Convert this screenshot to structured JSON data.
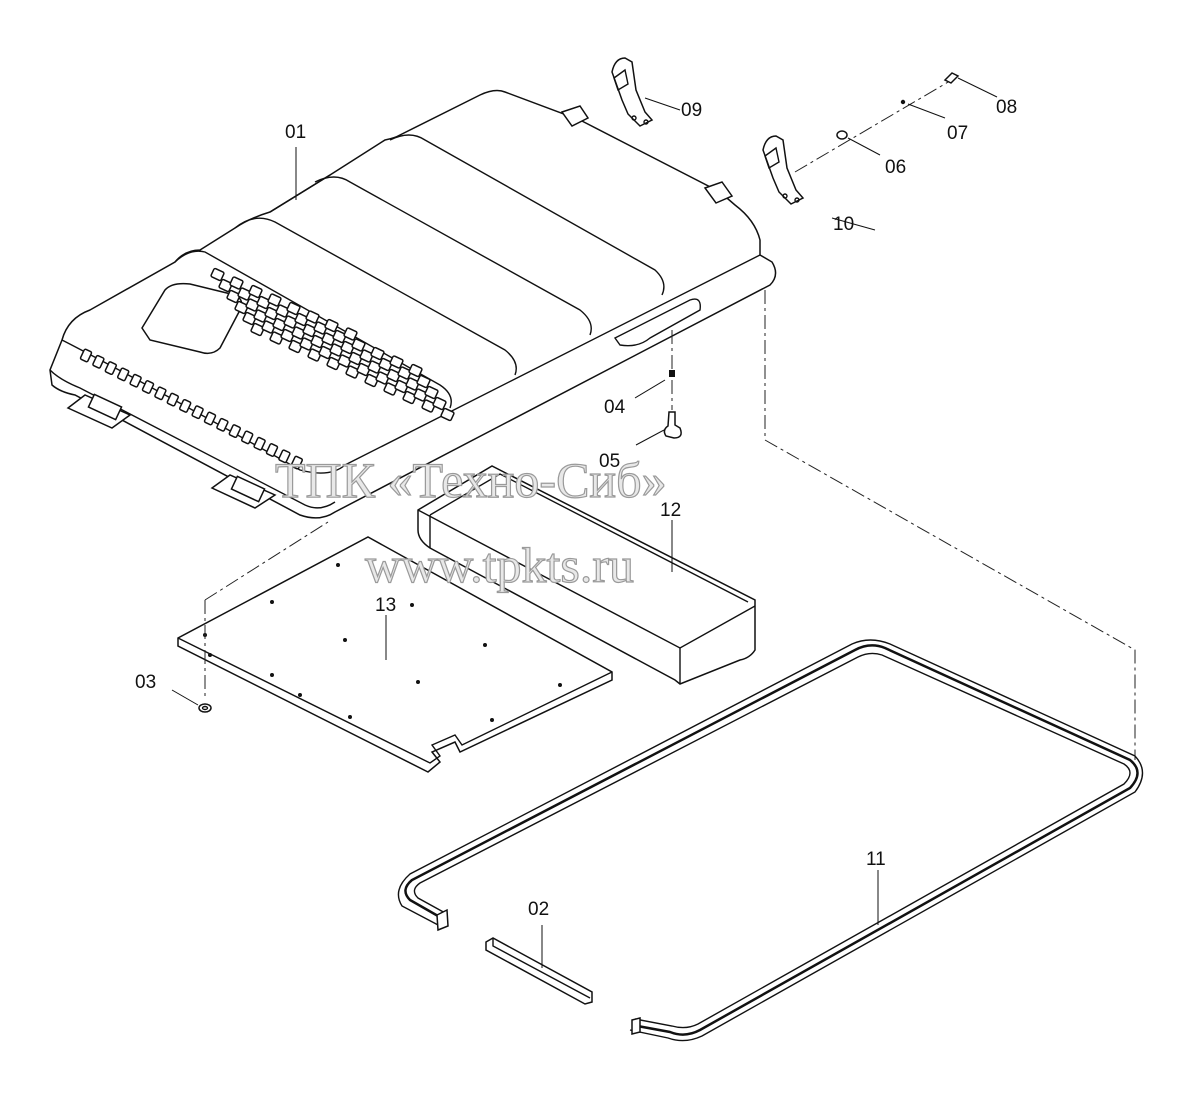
{
  "watermark": {
    "line1": "ТПК «Техно-Сиб»",
    "line2": "www.tpkts.ru"
  },
  "callouts": [
    {
      "id": "01",
      "part": "cover"
    },
    {
      "id": "02",
      "part": "seal-strip"
    },
    {
      "id": "03",
      "part": "washer"
    },
    {
      "id": "04",
      "part": "nut"
    },
    {
      "id": "05",
      "part": "stud"
    },
    {
      "id": "06",
      "part": "washer"
    },
    {
      "id": "07",
      "part": "pin"
    },
    {
      "id": "08",
      "part": "bolt"
    },
    {
      "id": "09",
      "part": "latch-left"
    },
    {
      "id": "10",
      "part": "latch-right"
    },
    {
      "id": "11",
      "part": "seal-frame"
    },
    {
      "id": "12",
      "part": "channel-bracket"
    },
    {
      "id": "13",
      "part": "plate"
    }
  ]
}
